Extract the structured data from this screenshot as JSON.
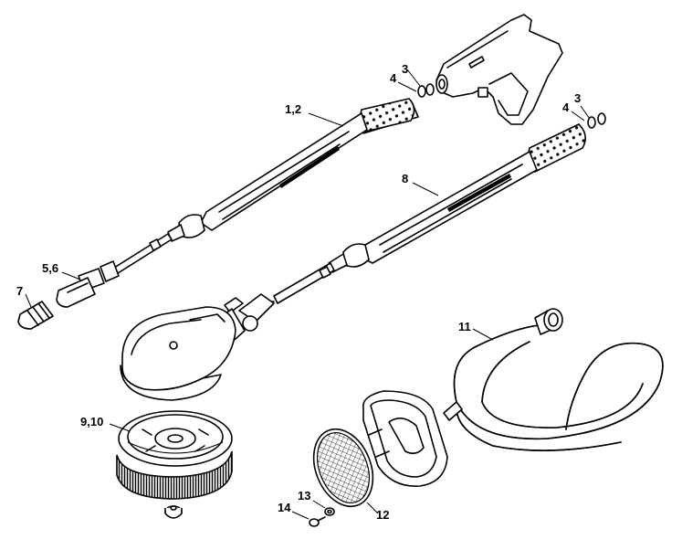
{
  "callouts": [
    {
      "id": "c1",
      "text": "1,2"
    },
    {
      "id": "c3a",
      "text": "3"
    },
    {
      "id": "c4a",
      "text": "4"
    },
    {
      "id": "c3b",
      "text": "3"
    },
    {
      "id": "c4b",
      "text": "4"
    },
    {
      "id": "c8",
      "text": "8"
    },
    {
      "id": "c56",
      "text": "5,6"
    },
    {
      "id": "c7",
      "text": "7"
    },
    {
      "id": "c11",
      "text": "11"
    },
    {
      "id": "c910",
      "text": "9,10"
    },
    {
      "id": "c13",
      "text": "13"
    },
    {
      "id": "c14",
      "text": "14"
    },
    {
      "id": "c12",
      "text": "12"
    }
  ]
}
